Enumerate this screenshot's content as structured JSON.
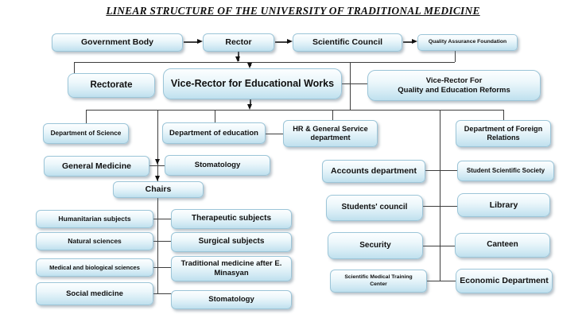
{
  "title": "LINEAR STRUCTURE OF THE UNIVERSITY OF TRADITIONAL MEDICINE",
  "colors": {
    "box_fill_top": "#fcfeff",
    "box_fill_bottom": "#bfe0ee",
    "box_border": "#9cc5d8",
    "connector": "#3d3d3d",
    "arrow": "#111111",
    "text": "#101010",
    "background": "#ffffff"
  },
  "nodes": {
    "government_body": "Government Body",
    "rector": "Rector",
    "scientific_council": "Scientific Council",
    "quality_assurance_foundation": "Quality Assurance Foundation",
    "rectorate": "Rectorate",
    "vice_rector_educational": "Vice-Rector for Educational Works",
    "vice_rector_quality": "Vice-Rector For\nQuality and Education Reforms",
    "department_of_science": "Department of Science",
    "department_of_education": "Department of education",
    "hr_general_service": "HR & General Service\ndepartment",
    "department_of_foreign_relations": "Department of Foreign\nRelations",
    "general_medicine": "General Medicine",
    "stomatology_faculty": "Stomatology",
    "accounts_department": "Accounts department",
    "student_scientific_society": "Student Scientific Society",
    "chairs": "Chairs",
    "students_council": "Students' council",
    "library": "Library",
    "humanitarian_subjects": "Humanitarian subjects",
    "natural_sciences": "Natural sciences",
    "medical_biological_sciences": "Medical and biological sciences",
    "social_medicine": "Social medicine",
    "therapeutic_subjects": "Therapeutic subjects",
    "surgical_subjects": "Surgical subjects",
    "traditional_medicine": "Traditional medicine after E.\nMinasyan",
    "stomatology_chair": "Stomatology",
    "security": "Security",
    "canteen": "Canteen",
    "scientific_medical_training_center": "Scientific Medical Training\nCenter",
    "economic_department": "Economic Department"
  }
}
